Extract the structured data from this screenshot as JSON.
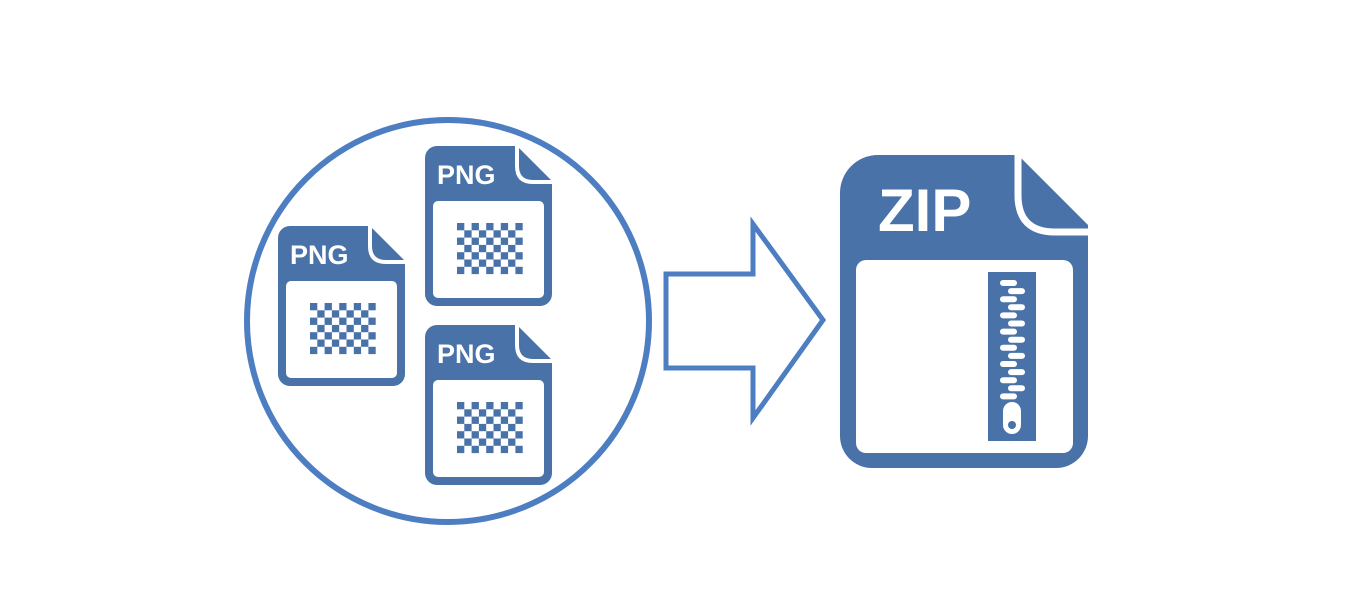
{
  "colors": {
    "icon": "#4872A8",
    "outline": "#4E7EC2",
    "background": "#FFFFFF"
  },
  "source_group": {
    "files": [
      {
        "label": "PNG",
        "icon": "png-file-icon"
      },
      {
        "label": "PNG",
        "icon": "png-file-icon"
      },
      {
        "label": "PNG",
        "icon": "png-file-icon"
      }
    ]
  },
  "arrow": {
    "icon": "right-arrow-icon"
  },
  "target": {
    "label": "ZIP",
    "icon": "zip-file-icon"
  }
}
